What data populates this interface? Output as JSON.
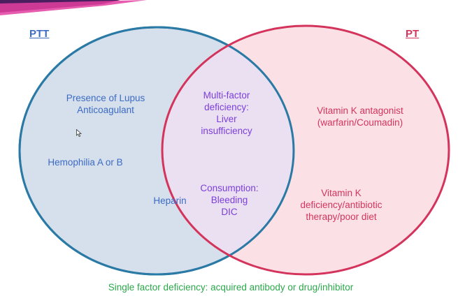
{
  "colors": {
    "ptt_stroke": "#2a7aa5",
    "ptt_fill": "#d5e0ec",
    "pt_stroke": "#d4345c",
    "pt_fill": "#fbe1e6",
    "overlap_fill": "#ebe0f2",
    "ptt_text": "#3d6bc4",
    "pt_text": "#d4345c",
    "overlap_text": "#7b3fd9",
    "footer_text": "#2aa84a",
    "banner_dark": "#4b1e5f",
    "banner_pink": "#e33fa0"
  },
  "sets": {
    "ptt_label": "PTT",
    "pt_label": "PT"
  },
  "regions": {
    "ptt_only": {
      "lupus": "Presence of Lupus\nAnticoagulant",
      "hemophilia": "Hemophilia A or B"
    },
    "overlap": {
      "multifactor": "Multi-factor\ndeficiency:\nLiver\ninsufficiency",
      "consumption": "Consumption:\nBleeding\nDIC",
      "heparin": "Heparin"
    },
    "pt_only": {
      "vitk_antagonist": "Vitamin K antagonist\n(warfarin/Coumadin)",
      "vitk_deficiency": "Vitamin K\ndeficiency/antibiotic\ntherapy/poor diet"
    }
  },
  "footer": "Single factor deficiency: acquired antibody or drug/inhibitor",
  "icons": {
    "cursor": "mouse-pointer-icon"
  }
}
